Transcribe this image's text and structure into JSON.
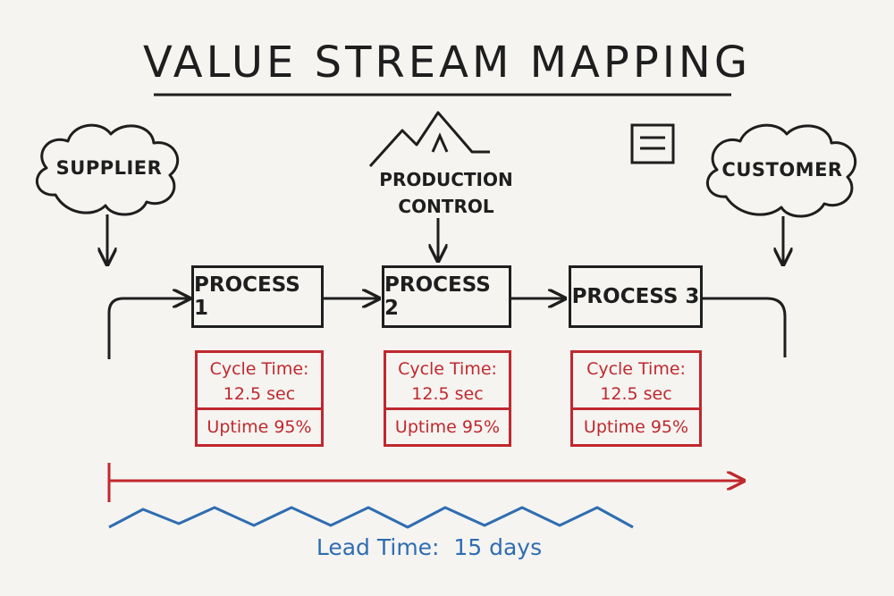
{
  "title": "VALUE STREAM MAPPING",
  "supplier": {
    "label": "SUPPLIER"
  },
  "customer": {
    "label": "CUSTOMER"
  },
  "production_control": {
    "line1": "PRODUCTION",
    "line2": "CONTROL"
  },
  "processes": [
    {
      "name": "PROCESS 1",
      "cycle_label": "Cycle Time:",
      "cycle_value": "12.5 sec",
      "uptime": "Uptime 95%"
    },
    {
      "name": "PROCESS 2",
      "cycle_label": "Cycle Time:",
      "cycle_value": "12.5 sec",
      "uptime": "Uptime 95%"
    },
    {
      "name": "PROCESS 3",
      "cycle_label": "Cycle Time:",
      "cycle_value": "12.5 sec",
      "uptime": "Uptime 95%"
    }
  ],
  "lead_time": "Lead Time:  15 days",
  "icons": [
    "cloud-icon",
    "factory-roof-icon",
    "document-icon",
    "arrow-icon"
  ],
  "colors": {
    "ink": "#1e1e1e",
    "data": "#c0282d",
    "timeline": "#2f6db1",
    "background": "#f5f4f1"
  }
}
